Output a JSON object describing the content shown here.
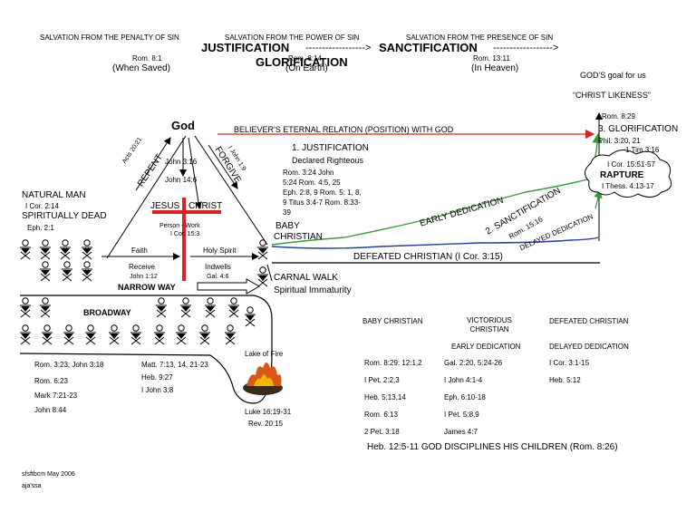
{
  "header": {
    "penalty": "SALVATION FROM THE PENALTY OF SIN",
    "power": "SALVATION FROM THE POWER OF SIN",
    "presence": "SALVATION FROM THE PRESENCE OF SIN",
    "justification": "JUSTIFICATION",
    "arrow1": "------------------>",
    "sanctification": "SANCTIFICATION",
    "arrow2": "------------------>",
    "glorification": "GLORIFICATION",
    "rom81": "Rom. 8:1",
    "when_saved": "(When Saved)",
    "rom814": "Rom. 8:14",
    "on_earth": "(On Earth)",
    "rom1311": "Rom. 13:11",
    "in_heaven": "(In Heaven)",
    "gods_goal": "GOD'S goal for us",
    "christ_likeness": "“CHRIST LIKENESS”"
  },
  "triangle": {
    "god": "God",
    "relation": "BELIEVER'S ETERNAL RELATION (POSITION) WITH GOD",
    "acts": "Acts 20:21",
    "repent": "REPENT",
    "john316": "John 3:16",
    "john146": "John 14:6",
    "ijohn19": "I John 1:9",
    "forgive": "FORGIVE",
    "jesus": "JESUS",
    "christ": "CHRIST",
    "person_work": "Person - Work",
    "icor153": "I Cor. 15:3"
  },
  "left": {
    "natural_man": "NATURAL MAN",
    "icor214": "I Cor. 2:14",
    "spiritually_dead": "SPIRITUALLY DEAD",
    "eph21": "Eph. 2:1",
    "faith": "Faith",
    "receive": "Receive",
    "john112": "John 1:12",
    "holy_spirit": "Holy Spirit",
    "indwells": "Indwells",
    "gal46": "Gal. 4:6",
    "narrow_way": "NARROW WAY",
    "broadway": "BROADWAY",
    "refs_col1": [
      "Rom. 3:23; John 3:18",
      "Rom. 6:23",
      "Mark 7:21-23",
      "John 8:44"
    ],
    "refs_col2": [
      "Matt. 7:13, 14, 21-23",
      "Heb. 9:27",
      "I John 3:8"
    ],
    "lake_of_fire": "Lake of Fire",
    "luke": "Luke 16:19-31",
    "rev": "Rev. 20:15"
  },
  "middle": {
    "justification_title": "1. JUSTIFICATION",
    "declared": "Declared Righteous",
    "refs": [
      "Rom. 3:24        John",
      "5:24        Rom. 4:5, 25",
      "Eph. 2:8, 9        Rom. 5: 1, 8,",
      "9   Titus 3:4-7        Rom. 8:33-",
      "39"
    ],
    "baby_christian": [
      "BABY",
      "CHRISTIAN"
    ],
    "carnal_walk": "CARNAL WALK",
    "spiritual_immaturity": "Spiritual Immaturity",
    "early_dedication": "EARLY DEDICATION",
    "sanctification": "2. SANCTIFICATION",
    "rom1516": "Rom. 15:16",
    "delayed_dedication": "DELAYED DEDICATION",
    "defeated": "DEFEATED CHRISTIAN (I Cor. 3:15)"
  },
  "right": {
    "rom829": "Rom. 8:29",
    "glorification": "3. GLORIFICATION",
    "phil": "Phil. 3:20, 21",
    "tim": "1 Tim 3:16",
    "icor1551": "I Cor. 15:51-57",
    "rapture": "RAPTURE",
    "thess": "I Thess. 4:13-17"
  },
  "table": {
    "h_baby": "BABY CHRISTIAN",
    "h_victorious": [
      "VICTORIOUS",
      "CHRISTIAN"
    ],
    "h_defeated": "DEFEATED CHRISTIAN",
    "h_early": "EARLY DEDICATION",
    "h_delayed": "DELAYED DEDICATION",
    "col1": [
      "Rom. 8:29: 12:1,2",
      "I Pet. 2:2,3",
      "Heb. 5:13,14",
      "Rom. 6:13",
      "2 Pet. 3:18"
    ],
    "col2": [
      "Gal. 2:20, 5:24-26",
      "I John 4:1-4",
      "Eph. 6:10-18",
      "I Pet. 5:8,9",
      "James 4:7"
    ],
    "col3": [
      "I Cor. 3:1-15",
      "Heb. 5:12"
    ],
    "footer": "Heb. 12:5-11 GOD DISCIPLINES HIS CHILDREN (Rom. 8:26)"
  },
  "credits": [
    "sfsftbcm    May 2006",
    "aja'ssa"
  ],
  "colors": {
    "cross": "#d8232a",
    "relation_arrow": "#d8232a",
    "early_line": "#3a9a3a",
    "delayed_line": "#2b3c9e",
    "fire": "#d8581a"
  }
}
